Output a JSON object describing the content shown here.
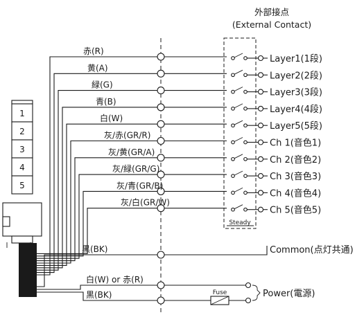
{
  "header": {
    "title_jp": "外部接点",
    "title_en": "(External Contact)"
  },
  "tower": {
    "layers": [
      "1",
      "2",
      "3",
      "4",
      "5"
    ]
  },
  "wires": [
    {
      "label": "赤(R)",
      "terminal": "Layer1(1段)"
    },
    {
      "label": "黄(A)",
      "terminal": "Layer2(2段)"
    },
    {
      "label": "緑(G)",
      "terminal": "Layer3(3段)"
    },
    {
      "label": "青(B)",
      "terminal": "Layer4(4段)"
    },
    {
      "label": "白(W)",
      "terminal": "Layer5(5段)"
    },
    {
      "label": "灰/赤(GR/R)",
      "terminal": "Ch 1(音色1)"
    },
    {
      "label": "灰/黄(GR/A)",
      "terminal": "Ch 2(音色2)"
    },
    {
      "label": "灰/緑(GR/G)",
      "terminal": "Ch 3(音色3)"
    },
    {
      "label": "灰/青(GR/B)",
      "terminal": "Ch 4(音色4)"
    },
    {
      "label": "灰/白(GR/W)",
      "terminal": "Ch 5(音色5)"
    }
  ],
  "steady_label": "Steady",
  "common": {
    "label": "黒(BK)",
    "terminal": "Common(点灯共通)"
  },
  "power": {
    "wire1": "白(W) or 赤(R)",
    "wire2": "黒(BK)",
    "fuse": "Fuse",
    "terminal": "Power(電源)"
  }
}
